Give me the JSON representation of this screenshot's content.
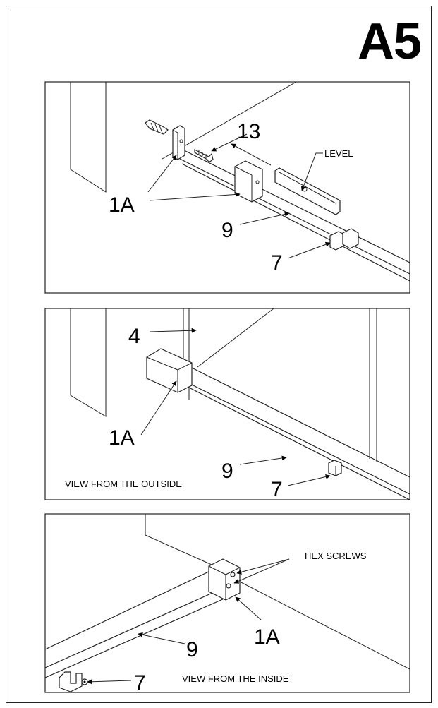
{
  "step": "A5",
  "panels": [
    {
      "callouts": {
        "part_13": "13",
        "part_1a": "1A",
        "level": "LEVEL",
        "part_9": "9",
        "part_7": "7"
      }
    },
    {
      "callouts": {
        "part_4": "4",
        "part_1a": "1A",
        "part_9": "9",
        "part_7": "7"
      },
      "caption": "VIEW FROM THE OUTSIDE"
    },
    {
      "callouts": {
        "hex_screws": "HEX SCREWS",
        "part_9": "9",
        "part_1a": "1A",
        "part_7": "7"
      },
      "caption": "VIEW FROM THE INSIDE"
    }
  ]
}
